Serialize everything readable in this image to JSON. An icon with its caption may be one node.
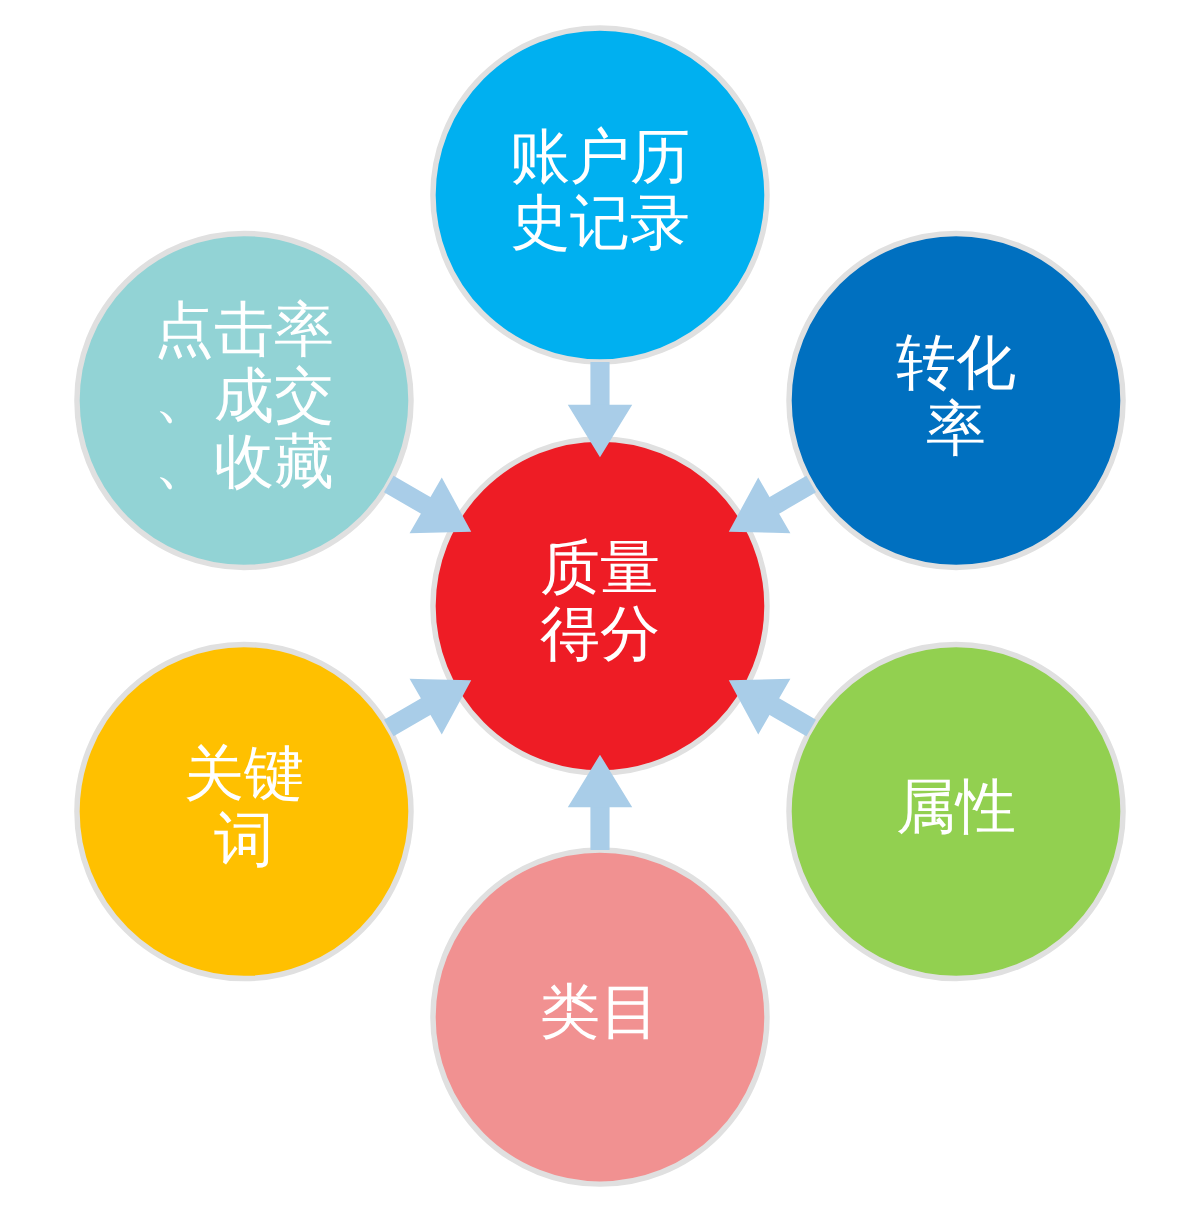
{
  "diagram": {
    "nodes": [
      {
        "text": [
          "质量得分"
        ]
      },
      {
        "text": [
          "转化率"
        ]
      },
      {
        "text": [
          "账户历史记录"
        ]
      },
      {
        "text": [
          "点击率、成交、收藏"
        ]
      },
      {
        "text": [
          "关键词"
        ]
      },
      {
        "text": [
          "类目"
        ]
      },
      {
        "text": [
          "属性"
        ]
      }
    ],
    "edges": [
      {
        "from": 1,
        "to": 0,
        "arrow": "to"
      },
      {
        "from": 2,
        "to": 0,
        "arrow": "to"
      },
      {
        "from": 3,
        "to": 0,
        "arrow": "to"
      },
      {
        "from": 4,
        "to": 0,
        "arrow": "to"
      },
      {
        "from": 5,
        "to": 0,
        "arrow": "to"
      },
      {
        "from": 6,
        "to": 0,
        "arrow": "to"
      }
    ]
  }
}
